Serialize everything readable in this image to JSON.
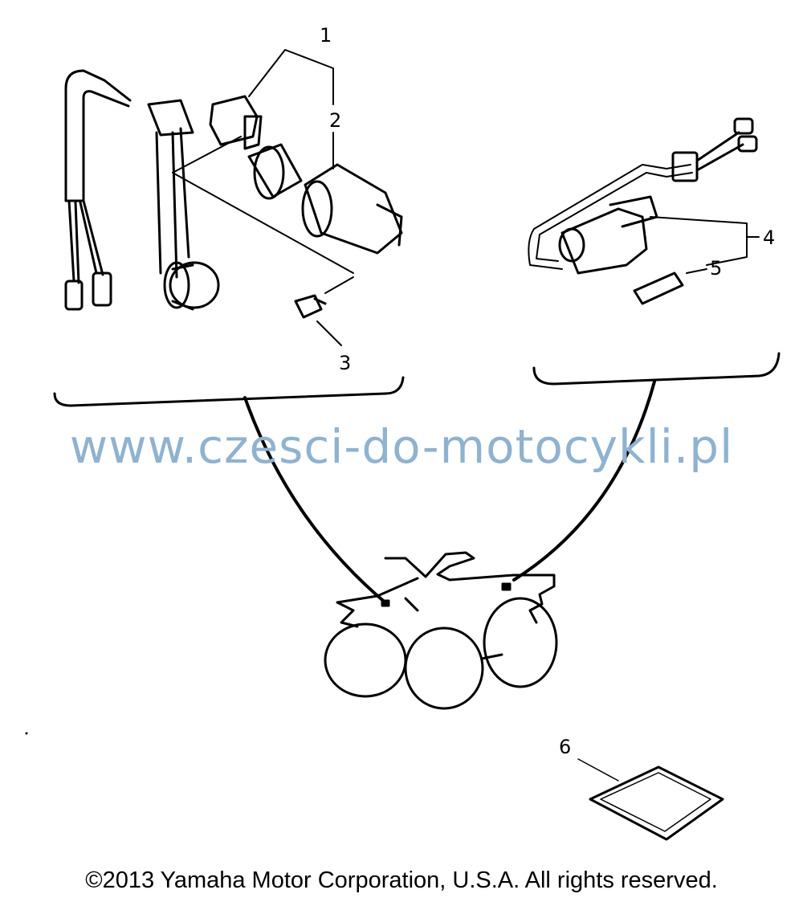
{
  "callouts": {
    "c1": "1",
    "c2": "2",
    "c3": "3",
    "c4": "4",
    "c5": "5",
    "c6": "6"
  },
  "watermark": "www.czesci-do-motocykli.pl",
  "copyright": "©2013 Yamaha Motor Corporation, U.S.A. All rights reserved.",
  "colors": {
    "line": "#000000",
    "watermark": "#8fb2cf",
    "background": "#ffffff"
  },
  "icons": {
    "starter_assembly": "starter-motor-assembly-icon",
    "solenoid_assembly": "solenoid-relay-assembly-icon",
    "vehicle": "atv-outline-icon",
    "gasket": "gasket-plate-icon"
  }
}
